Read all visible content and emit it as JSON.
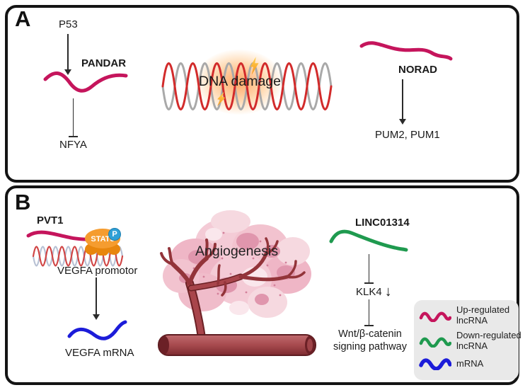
{
  "figure": {
    "panel_a": {
      "label": "A",
      "p53": "P53",
      "pandar": "PANDAR",
      "nfya": "NFYA",
      "dna_damage": "DNA damage",
      "norad": "NORAD",
      "pum_targets": "PUM2, PUM1"
    },
    "panel_b": {
      "label": "B",
      "pvt1": "PVT1",
      "stat3": "STAT3",
      "phospho": "P",
      "vegfa_promotor": "VEGFA promotor",
      "vegfa_mrna": "VEGFA mRNA",
      "angiogenesis": "Angiogenesis",
      "linc01314": "LINC01314",
      "klk4": "KLK4",
      "klk4_down_arrow": "↓",
      "wnt_line1": "Wnt/β-catenin",
      "wnt_line2": "signing pathway"
    },
    "legend": {
      "items": [
        {
          "label": "Up-regulated lncRNA",
          "color": "#C5155C"
        },
        {
          "label": "Down-regulated lncRNA",
          "color": "#1F9A4F"
        },
        {
          "label": "mRNA",
          "color": "#1C1CD9"
        }
      ]
    },
    "colors": {
      "up_lncrna": "#C5155C",
      "down_lncrna": "#1F9A4F",
      "mrna": "#1C1CD9",
      "dna_strand_red": "#D22B2B",
      "dna_strand_gray": "#A9A9A9",
      "stat3_orange": "#F59C2F",
      "phospho_blue": "#2FA0D6",
      "vessel_red": "#9E3A3E",
      "tumor_pink": "#F2C3CF",
      "legend_bg": "#E9E9E9"
    }
  }
}
